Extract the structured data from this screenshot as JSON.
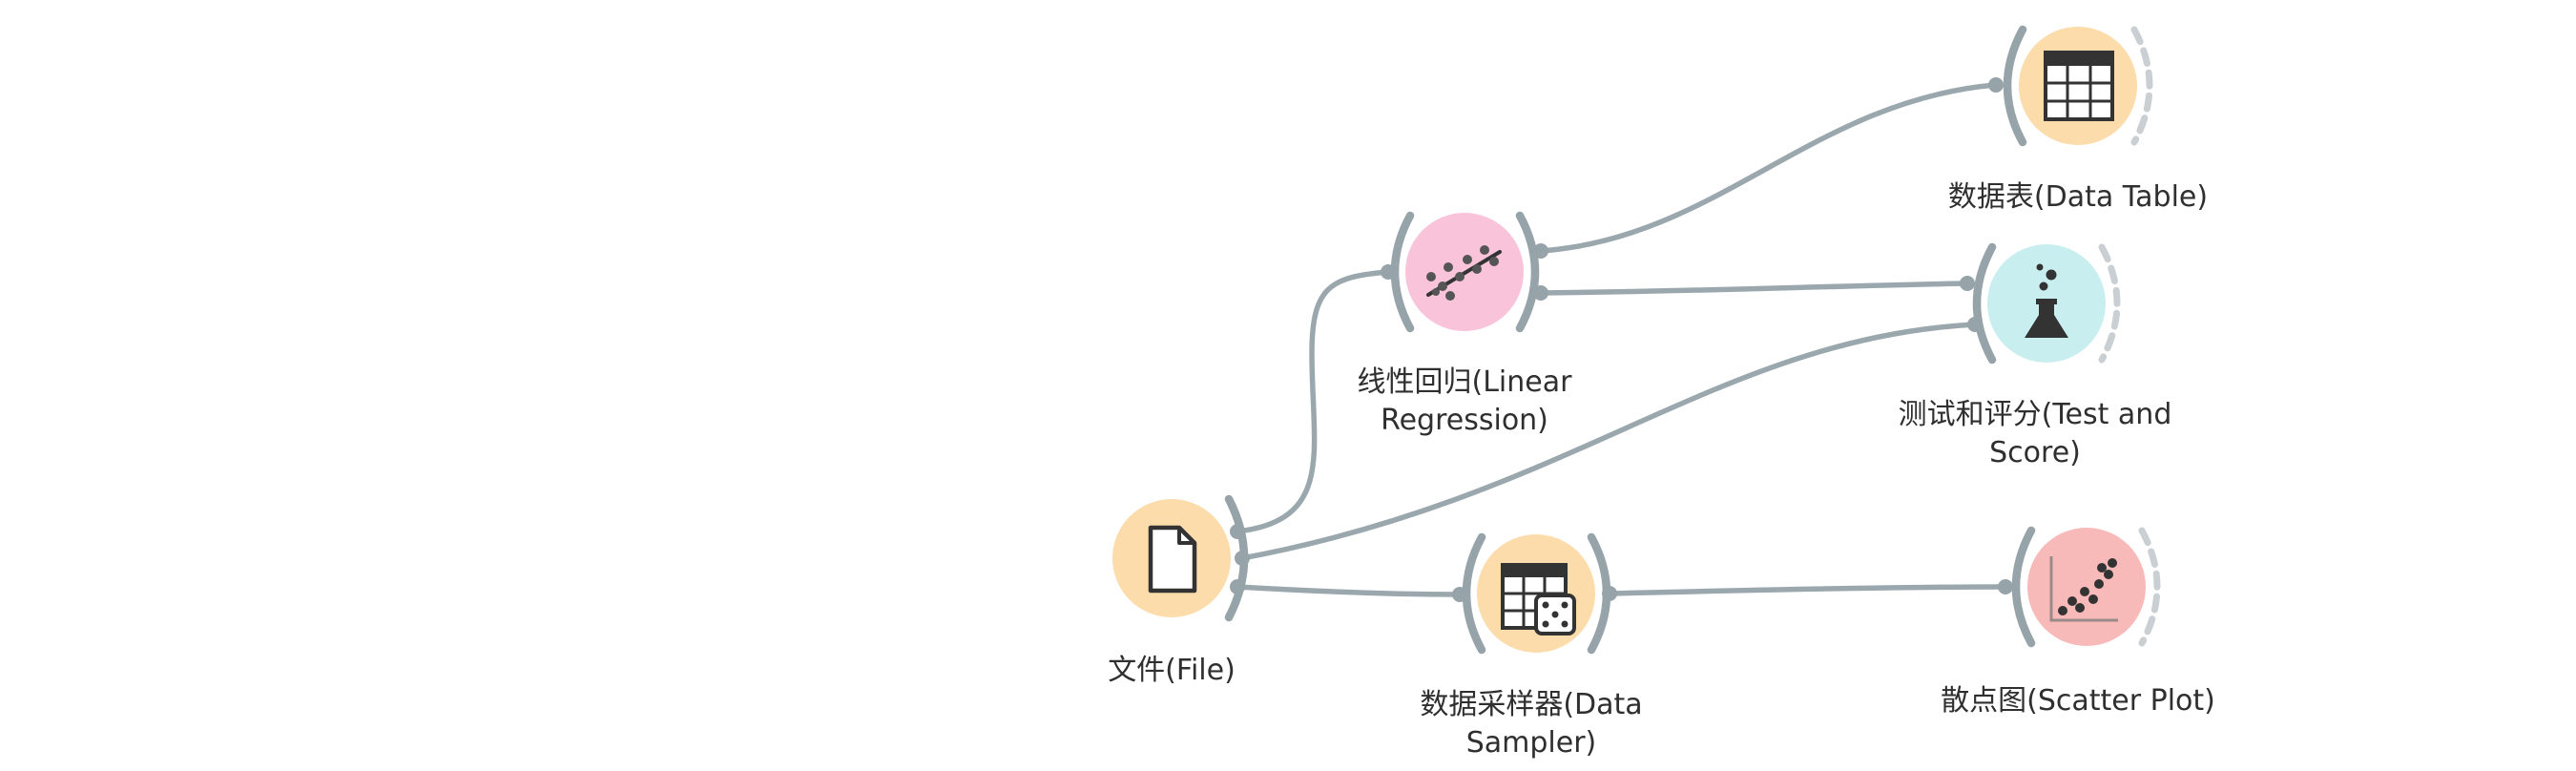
{
  "colors": {
    "link": "#9aa8ae",
    "anchor": "#96a4aa",
    "data_node": "#fbdcaa",
    "model_node": "#f9c3d9",
    "evaluate_node": "#c9eef0",
    "visualize_node": "#f8b9b9",
    "icon": "#333333",
    "label_text": "#2f2f2f"
  },
  "nodes": [
    {
      "id": "file",
      "label": "文件(File)",
      "icon": "file-icon",
      "category": "data"
    },
    {
      "id": "linear_regression",
      "label": "线性回归(Linear Regression)",
      "icon": "linear-regression-icon",
      "category": "model"
    },
    {
      "id": "data_table",
      "label": "数据表(Data Table)",
      "icon": "data-table-icon",
      "category": "data"
    },
    {
      "id": "test_and_score",
      "label": "测试和评分(Test and Score)",
      "icon": "flask-icon",
      "category": "evaluate"
    },
    {
      "id": "data_sampler",
      "label": "数据采样器(Data Sampler)",
      "icon": "data-sampler-icon",
      "category": "data"
    },
    {
      "id": "scatter_plot",
      "label": "散点图(Scatter Plot)",
      "icon": "scatter-plot-icon",
      "category": "visualize"
    }
  ],
  "links": [
    {
      "from": "file",
      "to": "linear_regression"
    },
    {
      "from": "file",
      "to": "test_and_score"
    },
    {
      "from": "file",
      "to": "data_sampler"
    },
    {
      "from": "linear_regression",
      "to": "data_table"
    },
    {
      "from": "linear_regression",
      "to": "test_and_score"
    },
    {
      "from": "data_sampler",
      "to": "scatter_plot"
    }
  ]
}
